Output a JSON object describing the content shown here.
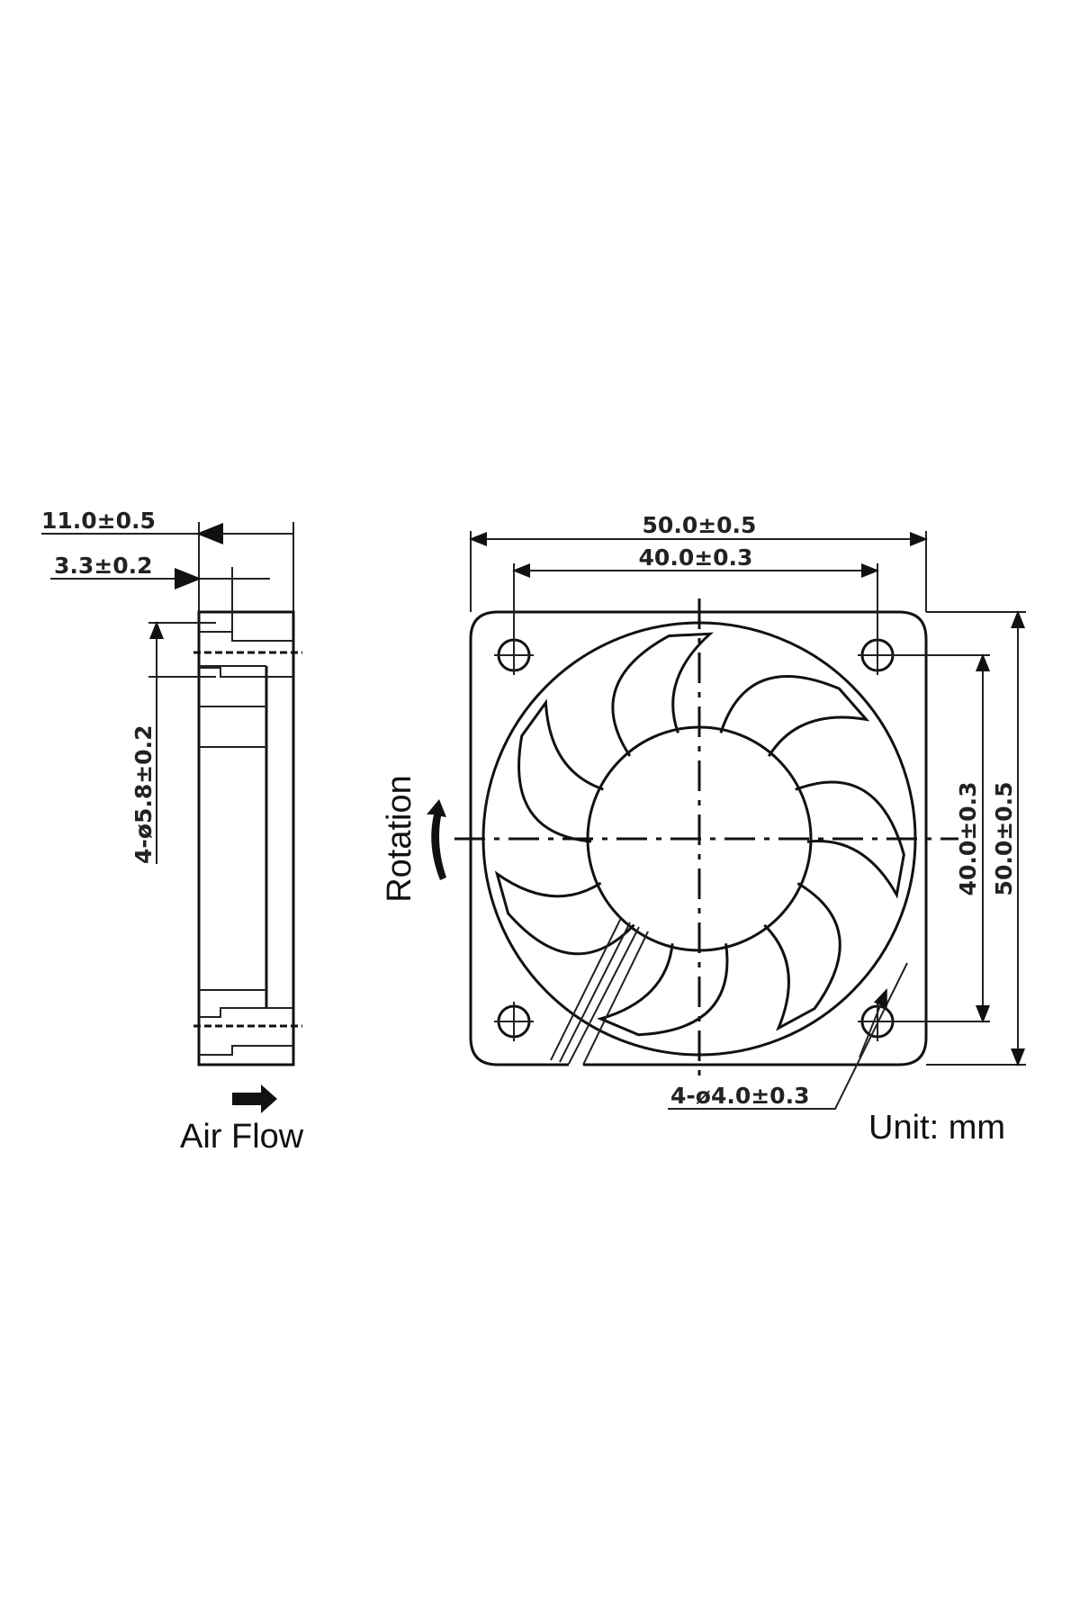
{
  "title": "50mm fan dimension drawing",
  "side_view": {
    "thickness": "11.0±0.5",
    "flange": "3.3±0.2",
    "hole_dia": "4-ø5.8±0.2",
    "airflow_label": "Air Flow"
  },
  "front_view": {
    "outer_width": "50.0±0.5",
    "hole_spacing_width": "40.0±0.3",
    "outer_height": "50.0±0.5",
    "hole_spacing_height": "40.0±0.3",
    "mount_hole": "4-ø4.0±0.3",
    "rotation_label": "Rotation",
    "unit_label": "Unit: mm",
    "blade_count": 7
  },
  "colors": {
    "line": "#111111",
    "background": "#ffffff"
  }
}
